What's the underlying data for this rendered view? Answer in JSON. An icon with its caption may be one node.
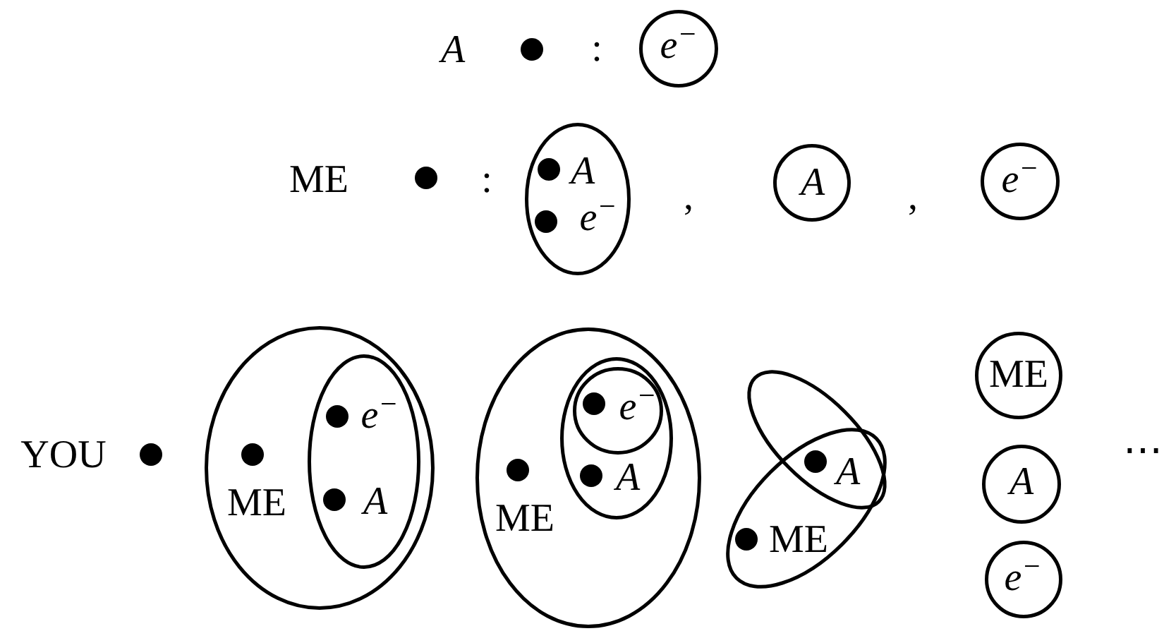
{
  "diagram": {
    "nodes": [
      {
        "text": [
          "e$^{−}$"
        ]
      },
      {
        "text": [
          "A",
          "e$^{−}$"
        ]
      },
      {
        "text": [
          "A"
        ]
      },
      {
        "text": [
          "e$^{−}$"
        ]
      },
      {
        "text": [
          "ME"
        ]
      },
      {
        "text": [
          "e$^{−}$",
          "A"
        ],
        "in": 4
      },
      {
        "text": [
          "ME"
        ]
      },
      {
        "text": [
          "A"
        ],
        "in": 6
      },
      {
        "text": [
          "e$^{−}$"
        ],
        "in": 7
      },
      {
        "text": [
          "A"
        ]
      },
      {
        "text": [
          "ME"
        ]
      },
      {
        "text": [
          "ME"
        ]
      },
      {
        "text": [
          "A"
        ]
      },
      {
        "text": [
          "e$^{−}$"
        ]
      }
    ],
    "edges": [],
    "labels": [
      "A",
      ":",
      "ME",
      ":",
      ",",
      ",",
      "YOU",
      "⋯"
    ]
  }
}
